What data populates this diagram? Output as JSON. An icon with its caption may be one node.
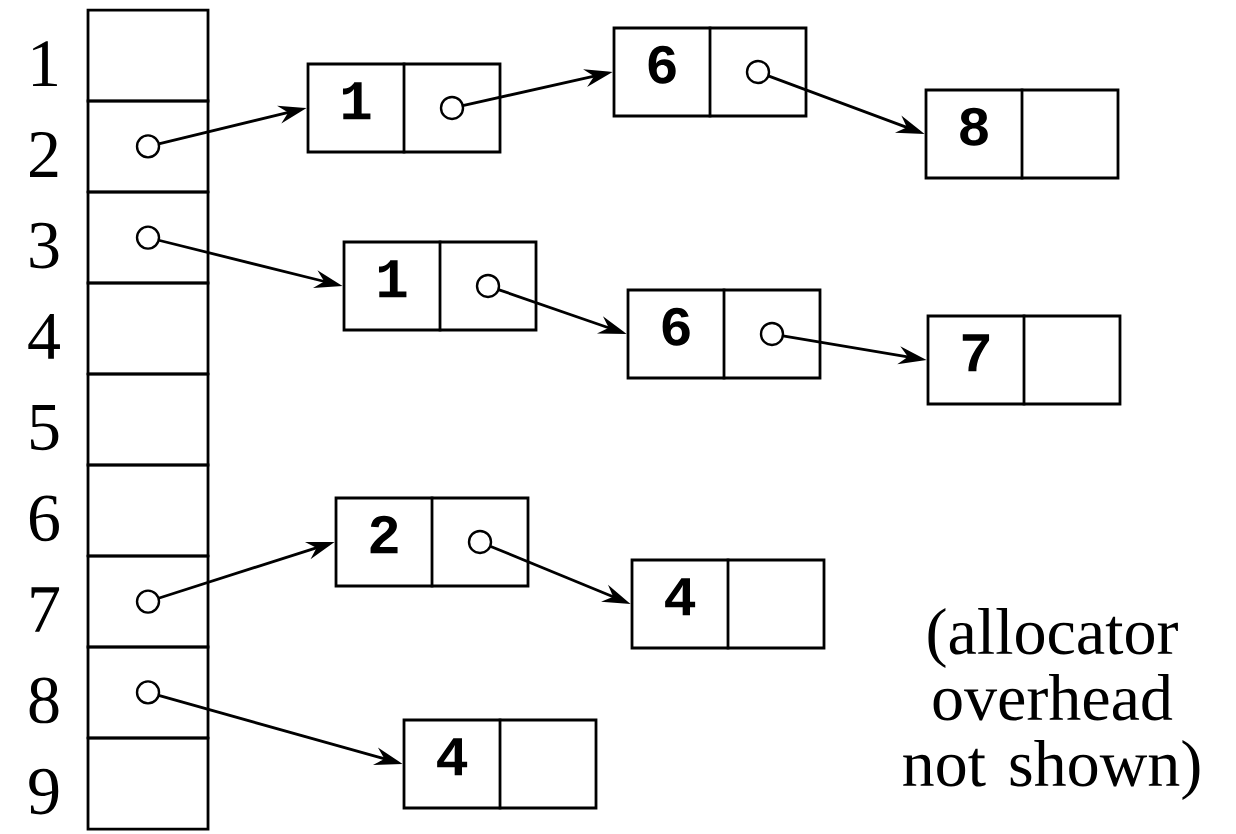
{
  "diagram": {
    "nodes": [
      {
        "text": [],
        "shape": "box",
        "beside": [
          "1"
        ]
      },
      {
        "text": [],
        "shape": "box",
        "beside": [
          "2"
        ]
      },
      {
        "text": [],
        "shape": "box",
        "beside": [
          "3"
        ]
      },
      {
        "text": [],
        "shape": "box",
        "beside": [
          "4"
        ]
      },
      {
        "text": [],
        "shape": "box",
        "beside": [
          "5"
        ]
      },
      {
        "text": [],
        "shape": "box",
        "beside": [
          "6"
        ]
      },
      {
        "text": [],
        "shape": "box",
        "beside": [
          "7"
        ]
      },
      {
        "text": [],
        "shape": "box",
        "beside": [
          "8"
        ]
      },
      {
        "text": [],
        "shape": "box",
        "beside": [
          "9"
        ]
      },
      {
        "text": [
          "1"
        ]
      },
      {
        "text": [
          "6"
        ]
      },
      {
        "text": [
          "8"
        ]
      },
      {
        "text": [
          "1"
        ]
      },
      {
        "text": [
          "6"
        ]
      },
      {
        "text": [
          "7"
        ]
      },
      {
        "text": [
          "2"
        ]
      },
      {
        "text": [
          "4"
        ]
      },
      {
        "text": [
          "4"
        ]
      }
    ],
    "edges": [
      {
        "from": 1,
        "to": 9,
        "arrow": "to"
      },
      {
        "from": 9,
        "to": 10,
        "arrow": "to"
      },
      {
        "from": 10,
        "to": 11,
        "arrow": "to"
      },
      {
        "from": 2,
        "to": 12,
        "arrow": "to"
      },
      {
        "from": 12,
        "to": 13,
        "arrow": "to"
      },
      {
        "from": 13,
        "to": 14,
        "arrow": "to"
      },
      {
        "from": 6,
        "to": 15,
        "arrow": "to"
      },
      {
        "from": 15,
        "to": 16,
        "arrow": "to"
      },
      {
        "from": 7,
        "to": 17,
        "arrow": "to"
      }
    ],
    "labels": [
      "(allocator overhead not shown)"
    ]
  }
}
